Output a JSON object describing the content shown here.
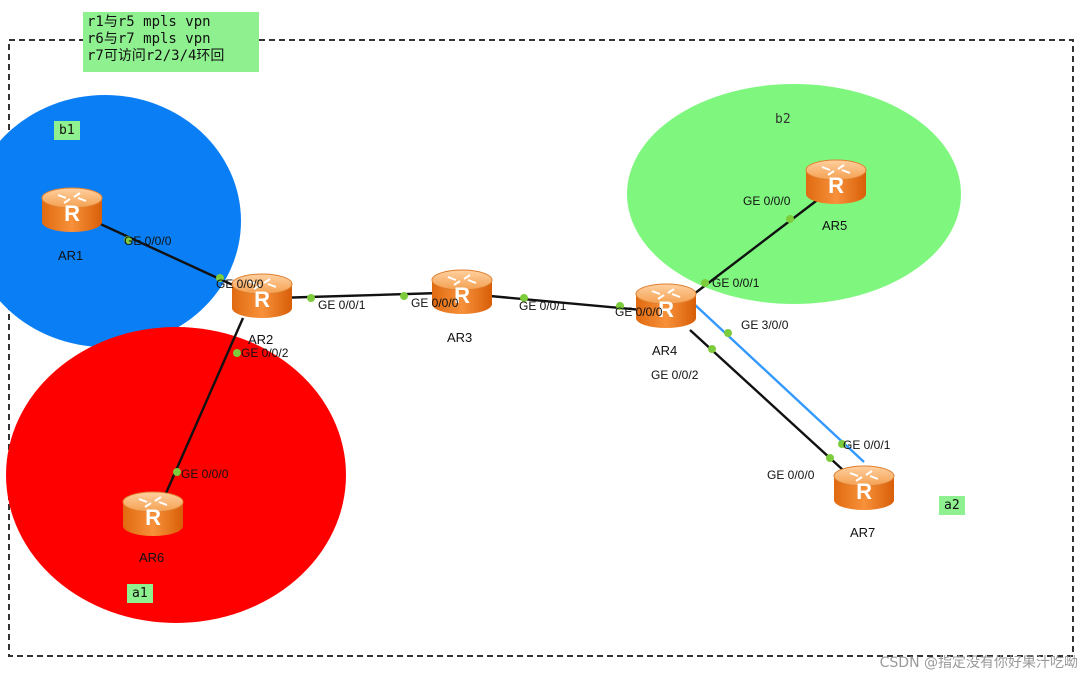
{
  "notes": [
    "r1与r5 mpls vpn",
    "r6与r7 mpls vpn",
    "r7可访问r2/3/4环回"
  ],
  "areas": {
    "b1": "b1",
    "b2": "b2",
    "a1": "a1",
    "a2": "a2"
  },
  "area_colors": {
    "b1": "#0a7ff5",
    "b2": "#7ff77f",
    "a1": "#ff0000"
  },
  "routers": {
    "AR1": "AR1",
    "AR2": "AR2",
    "AR3": "AR3",
    "AR4": "AR4",
    "AR5": "AR5",
    "AR6": "AR6",
    "AR7": "AR7"
  },
  "ports": {
    "ar1_ge000": "GE 0/0/0",
    "ar2_ge000": "GE 0/0/0",
    "ar2_ge001": "GE 0/0/1",
    "ar2_ge002": "GE 0/0/2",
    "ar3_ge000": "GE 0/0/0",
    "ar3_ge001": "GE 0/0/1",
    "ar4_ge000": "GE 0/0/0",
    "ar4_ge001": "GE 0/0/1",
    "ar4_ge300": "GE 3/0/0",
    "ar4_ge002": "GE 0/0/2",
    "ar5_ge000": "GE 0/0/0",
    "ar6_ge000": "GE 0/0/0",
    "ar7_ge001": "GE 0/0/1",
    "ar7_ge000": "GE 0/0/0"
  },
  "router_icon": "router-icon",
  "link_colors": {
    "ethernet": "#111111",
    "serial": "#3399ff",
    "port_dot": "#7ccc3c"
  },
  "watermark": "CSDN @指定没有你好果汁吃呦"
}
